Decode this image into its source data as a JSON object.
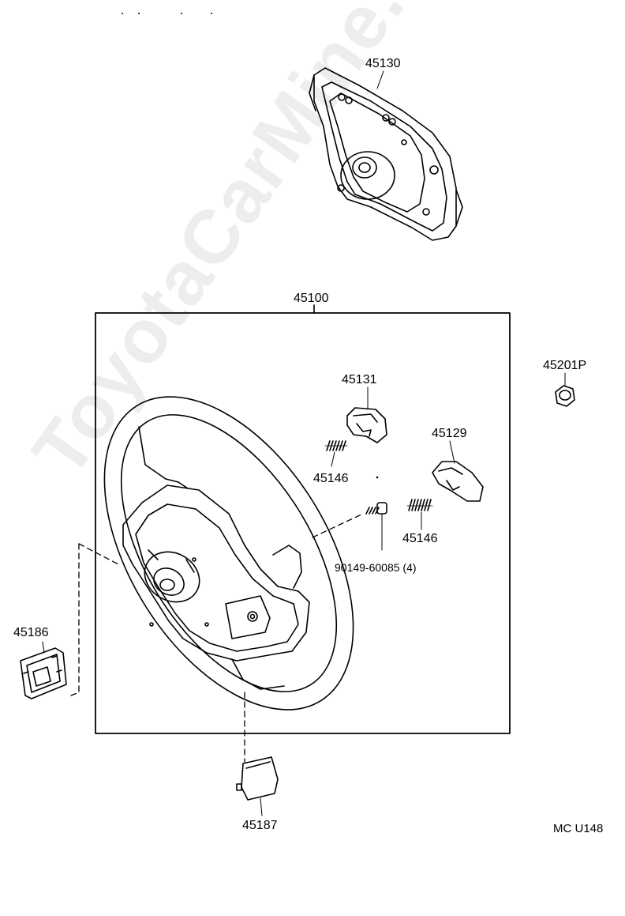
{
  "parts": {
    "airbag_pad": "45130",
    "wheel_assembly": "45100",
    "nut": "45201P",
    "cover_upper": "45131",
    "spring_left": "45146",
    "cover_right": "45129",
    "spring_right": "45146",
    "screw": "90149-60085 (4)",
    "side_bracket": "45186",
    "lower_cover": "45187"
  },
  "figure_code": "MC U148",
  "watermark": "ToyotaCarMine.ru"
}
